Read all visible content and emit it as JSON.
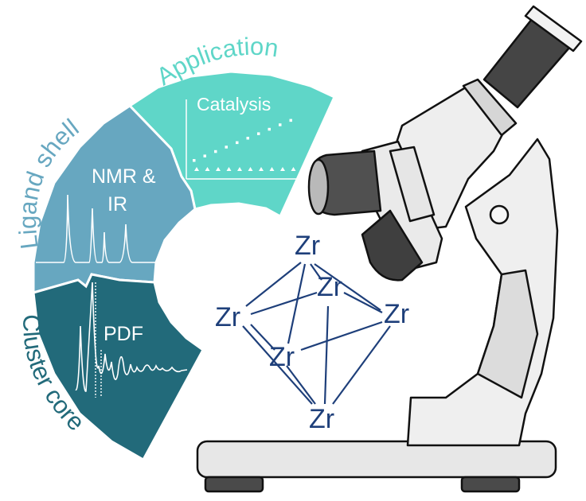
{
  "colors": {
    "application": "#5fd6c8",
    "ligand_shell": "#67a7c0",
    "cluster_core": "#226a7a",
    "cluster_lines": "#1e3f7a",
    "microscope_dark": "#3c3c3c",
    "microscope_light": "#eeeeee",
    "outline": "#111111"
  },
  "arc_labels": {
    "application": "Application",
    "ligand_shell": "Ligand shell",
    "cluster_core": "Cluster core"
  },
  "sectors": {
    "application": {
      "label": "Catalysis",
      "icon": "scatter-plot-icon"
    },
    "ligand_shell": {
      "label_line1": "NMR &",
      "label_line2": "IR",
      "icon": "spectrum-peaks-icon"
    },
    "cluster_core": {
      "label": "PDF",
      "icon": "pdf-curve-icon"
    }
  },
  "cluster": {
    "atom_label": "Zr",
    "atoms": [
      "Zr",
      "Zr",
      "Zr",
      "Zr",
      "Zr",
      "Zr"
    ]
  },
  "microscope": {
    "icon": "microscope-icon"
  }
}
